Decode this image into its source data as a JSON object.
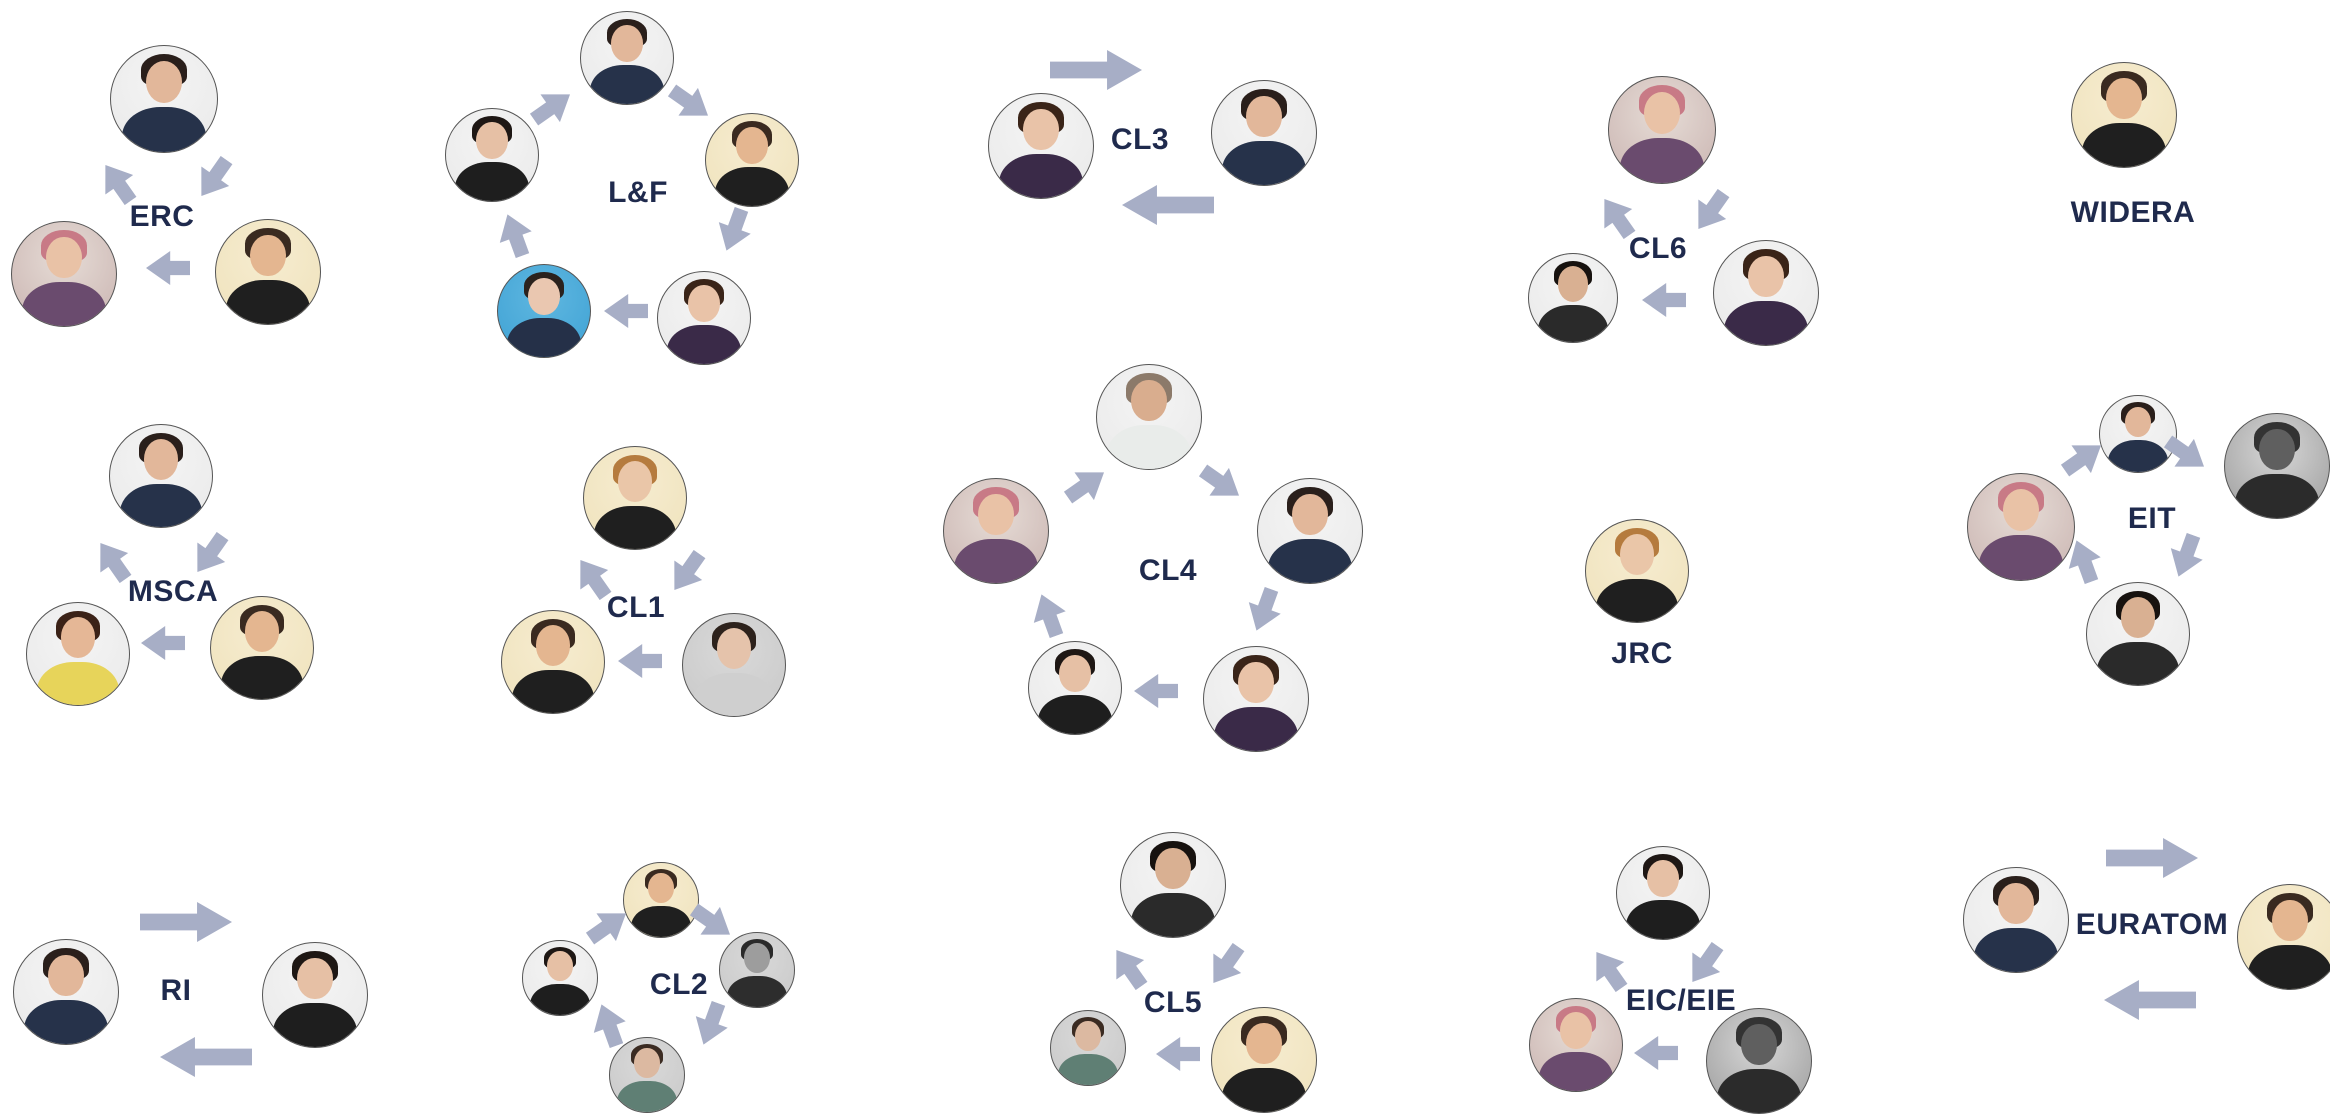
{
  "colors": {
    "label": "#1f2a4d",
    "arrow": "#a7aec6",
    "border": "#555555"
  },
  "groups": [
    {
      "label": "ERC"
    },
    {
      "label": "L&F"
    },
    {
      "label": "CL3"
    },
    {
      "label": "CL6"
    },
    {
      "label": "WIDERA"
    },
    {
      "label": "MSCA"
    },
    {
      "label": "CL1"
    },
    {
      "label": "CL4"
    },
    {
      "label": "JRC"
    },
    {
      "label": "EIT"
    },
    {
      "label": "RI"
    },
    {
      "label": "CL2"
    },
    {
      "label": "CL5"
    },
    {
      "label": "EIC/EIE"
    },
    {
      "label": "EURATOM"
    }
  ]
}
